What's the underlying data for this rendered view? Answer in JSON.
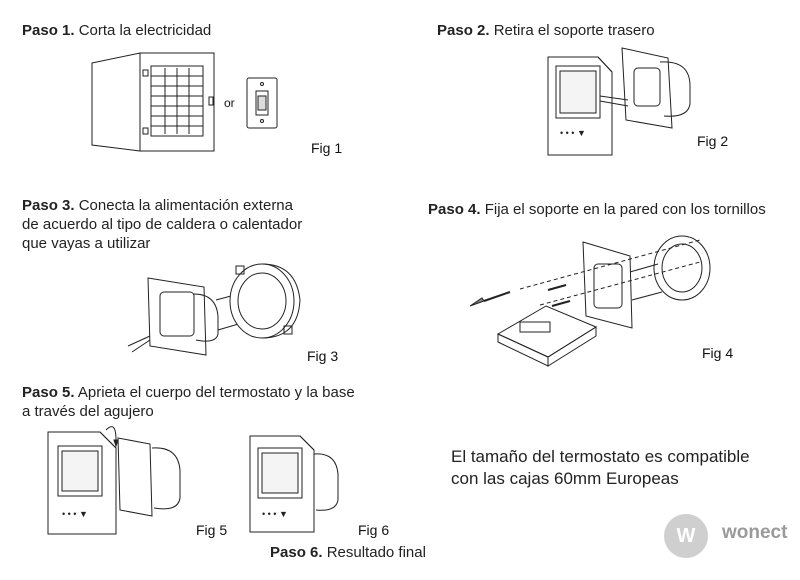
{
  "steps": [
    {
      "label": "Paso 1.",
      "text": "Corta la electricidad"
    },
    {
      "label": "Paso 2.",
      "text": "Retira el soporte trasero"
    },
    {
      "label": "Paso 3.",
      "text": "Conecta la alimentación externa",
      "line2": "de acuerdo al tipo de caldera o calentador",
      "line3": "que vayas a utilizar"
    },
    {
      "label": "Paso 4.",
      "text": "Fija el soporte en la pared con los tornillos"
    },
    {
      "label": "Paso 5.",
      "text": "Aprieta el cuerpo del termostato y la base",
      "line2": "a través del agujero"
    },
    {
      "label": "Paso 6.",
      "text": "Resultado final"
    }
  ],
  "figs": [
    "Fig 1",
    "Fig 2",
    "Fig 3",
    "Fig 4",
    "Fig 5",
    "Fig 6"
  ],
  "or_label": "or",
  "note": {
    "line1": "El tamaño del termostato es compatible",
    "line2": "con las cajas 60mm Europeas"
  },
  "watermark": {
    "letter": "W",
    "brand": "wonect"
  }
}
